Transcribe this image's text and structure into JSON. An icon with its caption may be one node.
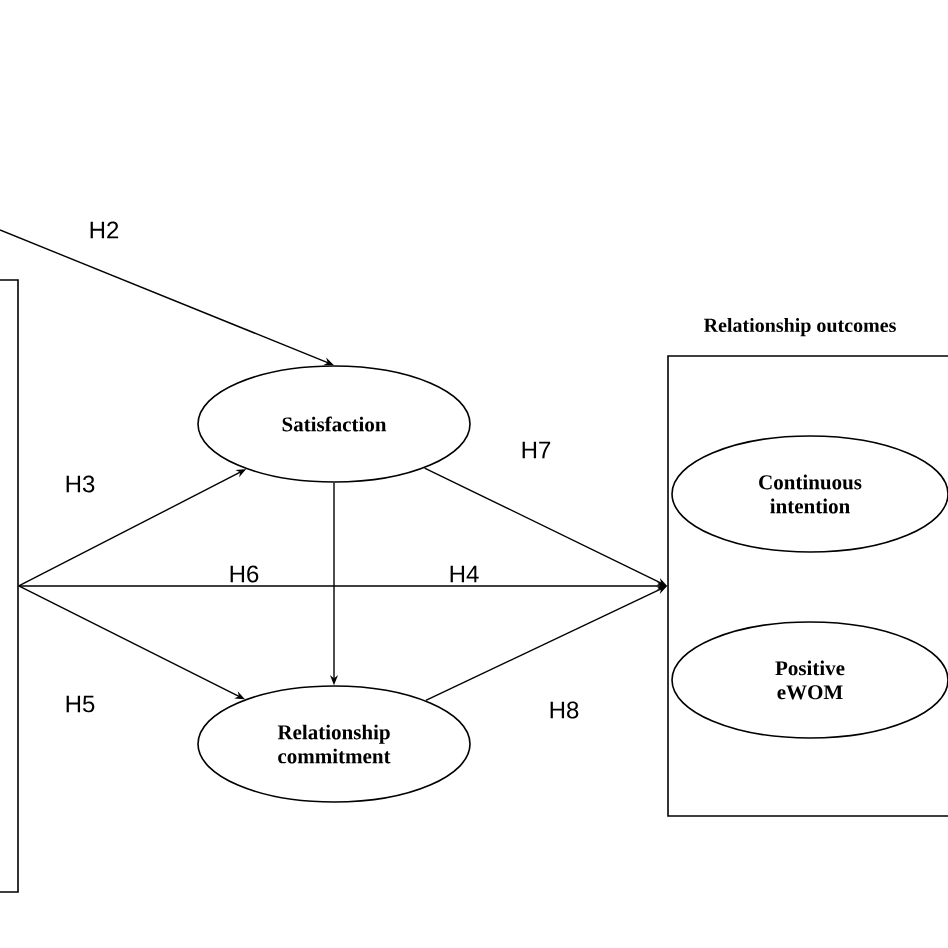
{
  "diagram": {
    "nodes": [
      {
        "text": [],
        "shape": "box"
      },
      {
        "text": [
          "Satisfaction"
        ]
      },
      {
        "text": [
          "Relationship commitment"
        ]
      },
      {
        "text": [
          "Relationship outcomes"
        ]
      },
      {
        "text": [
          "Continuous intention"
        ],
        "in": 3
      },
      {
        "text": [
          "Positive eWOM"
        ],
        "in": 3
      }
    ],
    "edges": [
      {
        "from": null,
        "to": 1,
        "arrow": "to",
        "label": "H2"
      },
      {
        "from": 0,
        "to": 1,
        "arrow": "to",
        "label": "H3"
      },
      {
        "from": 0,
        "to": 2,
        "arrow": "to",
        "label": "H5"
      },
      {
        "from": 1,
        "to": 2,
        "arrow": "to"
      },
      {
        "from": 0,
        "to": 3,
        "arrow": "to",
        "label": "H4"
      },
      {
        "from": 1,
        "to": 3,
        "arrow": "to",
        "label": "H7"
      },
      {
        "from": 2,
        "to": 3,
        "arrow": "to",
        "label": "H8"
      }
    ],
    "labels": [
      "H6"
    ]
  }
}
